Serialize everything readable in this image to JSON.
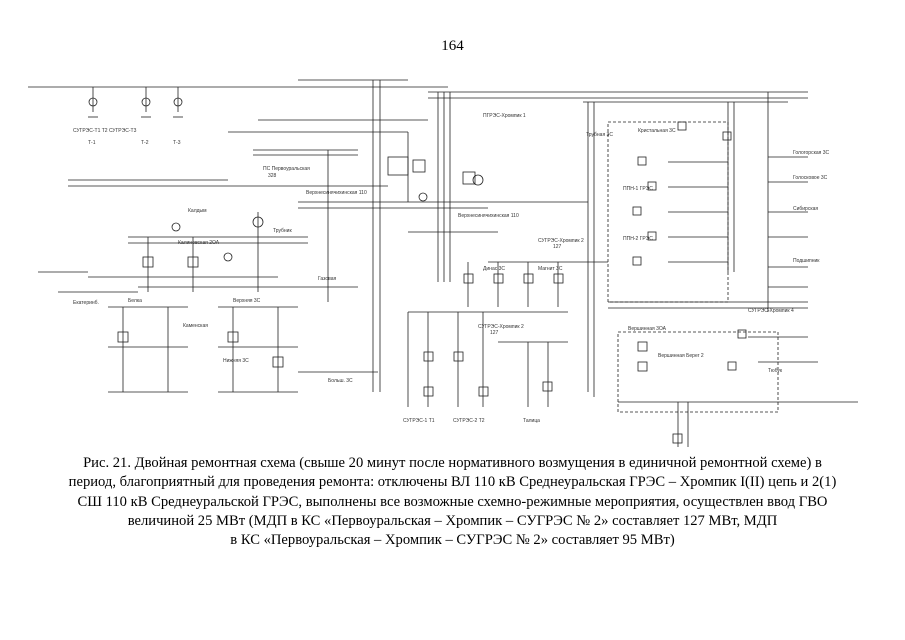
{
  "page_number": "164",
  "schematic_labels": {
    "ss_pervouralskaya": "ПС Первоуральская",
    "ss_pervouralskaya_value": "328",
    "vl_pgres_khromspik_1": "ПГРЭС-Хромпик 1",
    "vl_sugres_khromspik_2": "СУГРЭС-Хромпик 2",
    "vl_sugres_khromspik_2_value": "127",
    "vl_sugres_khromspik_2b": "СУГРЭС-Хромпик 2",
    "vl_sugres_khromspik_2b_value": "127",
    "vl_sugres_khromspik_4": "СУГРЭС-Хромпик 4",
    "lbl_vernkh_110": "Верхнесинячихинская 110",
    "lbl_vernkh_110b": "Верхнесинячихинская 110",
    "lbl_kaldym": "Калдым",
    "lbl_kalinovskaya": "Калиновская 2ОА",
    "lbl_belka": "Белка",
    "lbl_trubnaya": "Трубная 3С",
    "lbl_kristalnaya": "Кристальная 3С",
    "lbl_gologorskaya": "Гологорская 3С",
    "lbl_goloskoye": "Голосковое 3С",
    "lbl_ppn1": "ППН-1 ГРЭС",
    "lbl_ppn2": "ППН-2 ГРЭС",
    "lbl_dinas": "Динас 3С",
    "lbl_magnit": "Магнит 3С",
    "lbl_vershinnaya": "Вершинная 3ОА",
    "lbl_vershinnaya_2": "Вершинная Берег 2",
    "lbl_sibirsk": "Сибирская",
    "lbl_podsh": "Подшипник",
    "lbl_trubnik": "Трубник",
    "lbl_gas": "Газовая",
    "lbl_bolshoy": "Больш. 3С",
    "lbl_verkhn": "Верхняя 3С",
    "lbl_kamensk": "Каменская",
    "lbl_nizhnyaya": "Нижняя 3С",
    "lbl_ekb": "Екатеринб.",
    "lbl_t1": "Т-1",
    "lbl_t2": "Т-2",
    "lbl_t3": "Т-3",
    "lbl_bottom1": "СУГРЭС-1 Т1",
    "lbl_bottom2": "СУГРЭС-2 Т2",
    "lbl_bottom3": "Талица",
    "lbl_bottom4": "Тюбук",
    "lbl_top_left": "СУГРЭС-Т1 Т2 СУГРЭС-Т3"
  },
  "caption": {
    "line1": "Рис. 21. Двойная ремонтная схема (свыше 20 минут после нормативного возмущения в единичной ремонтной схеме) в",
    "line2": "период, благоприятный для проведения ремонта: отключены ВЛ 110 кВ Среднеуральская ГРЭС – Хромпик I(II) цепь и 2(1)",
    "line3": "СШ 110 кВ Среднеуральской ГРЭС, выполнены все возможные схемно-режимные мероприятия, осуществлен ввод ГВО",
    "line4": "величиной 25 МВт (МДП в КС «Первоуральская – Хромпик – СУГРЭС № 2» составляет 127 МВт, МДП",
    "line5": "в КС «Первоуральская – Хромпик – СУГРЭС № 2» составляет 95 МВт)"
  }
}
